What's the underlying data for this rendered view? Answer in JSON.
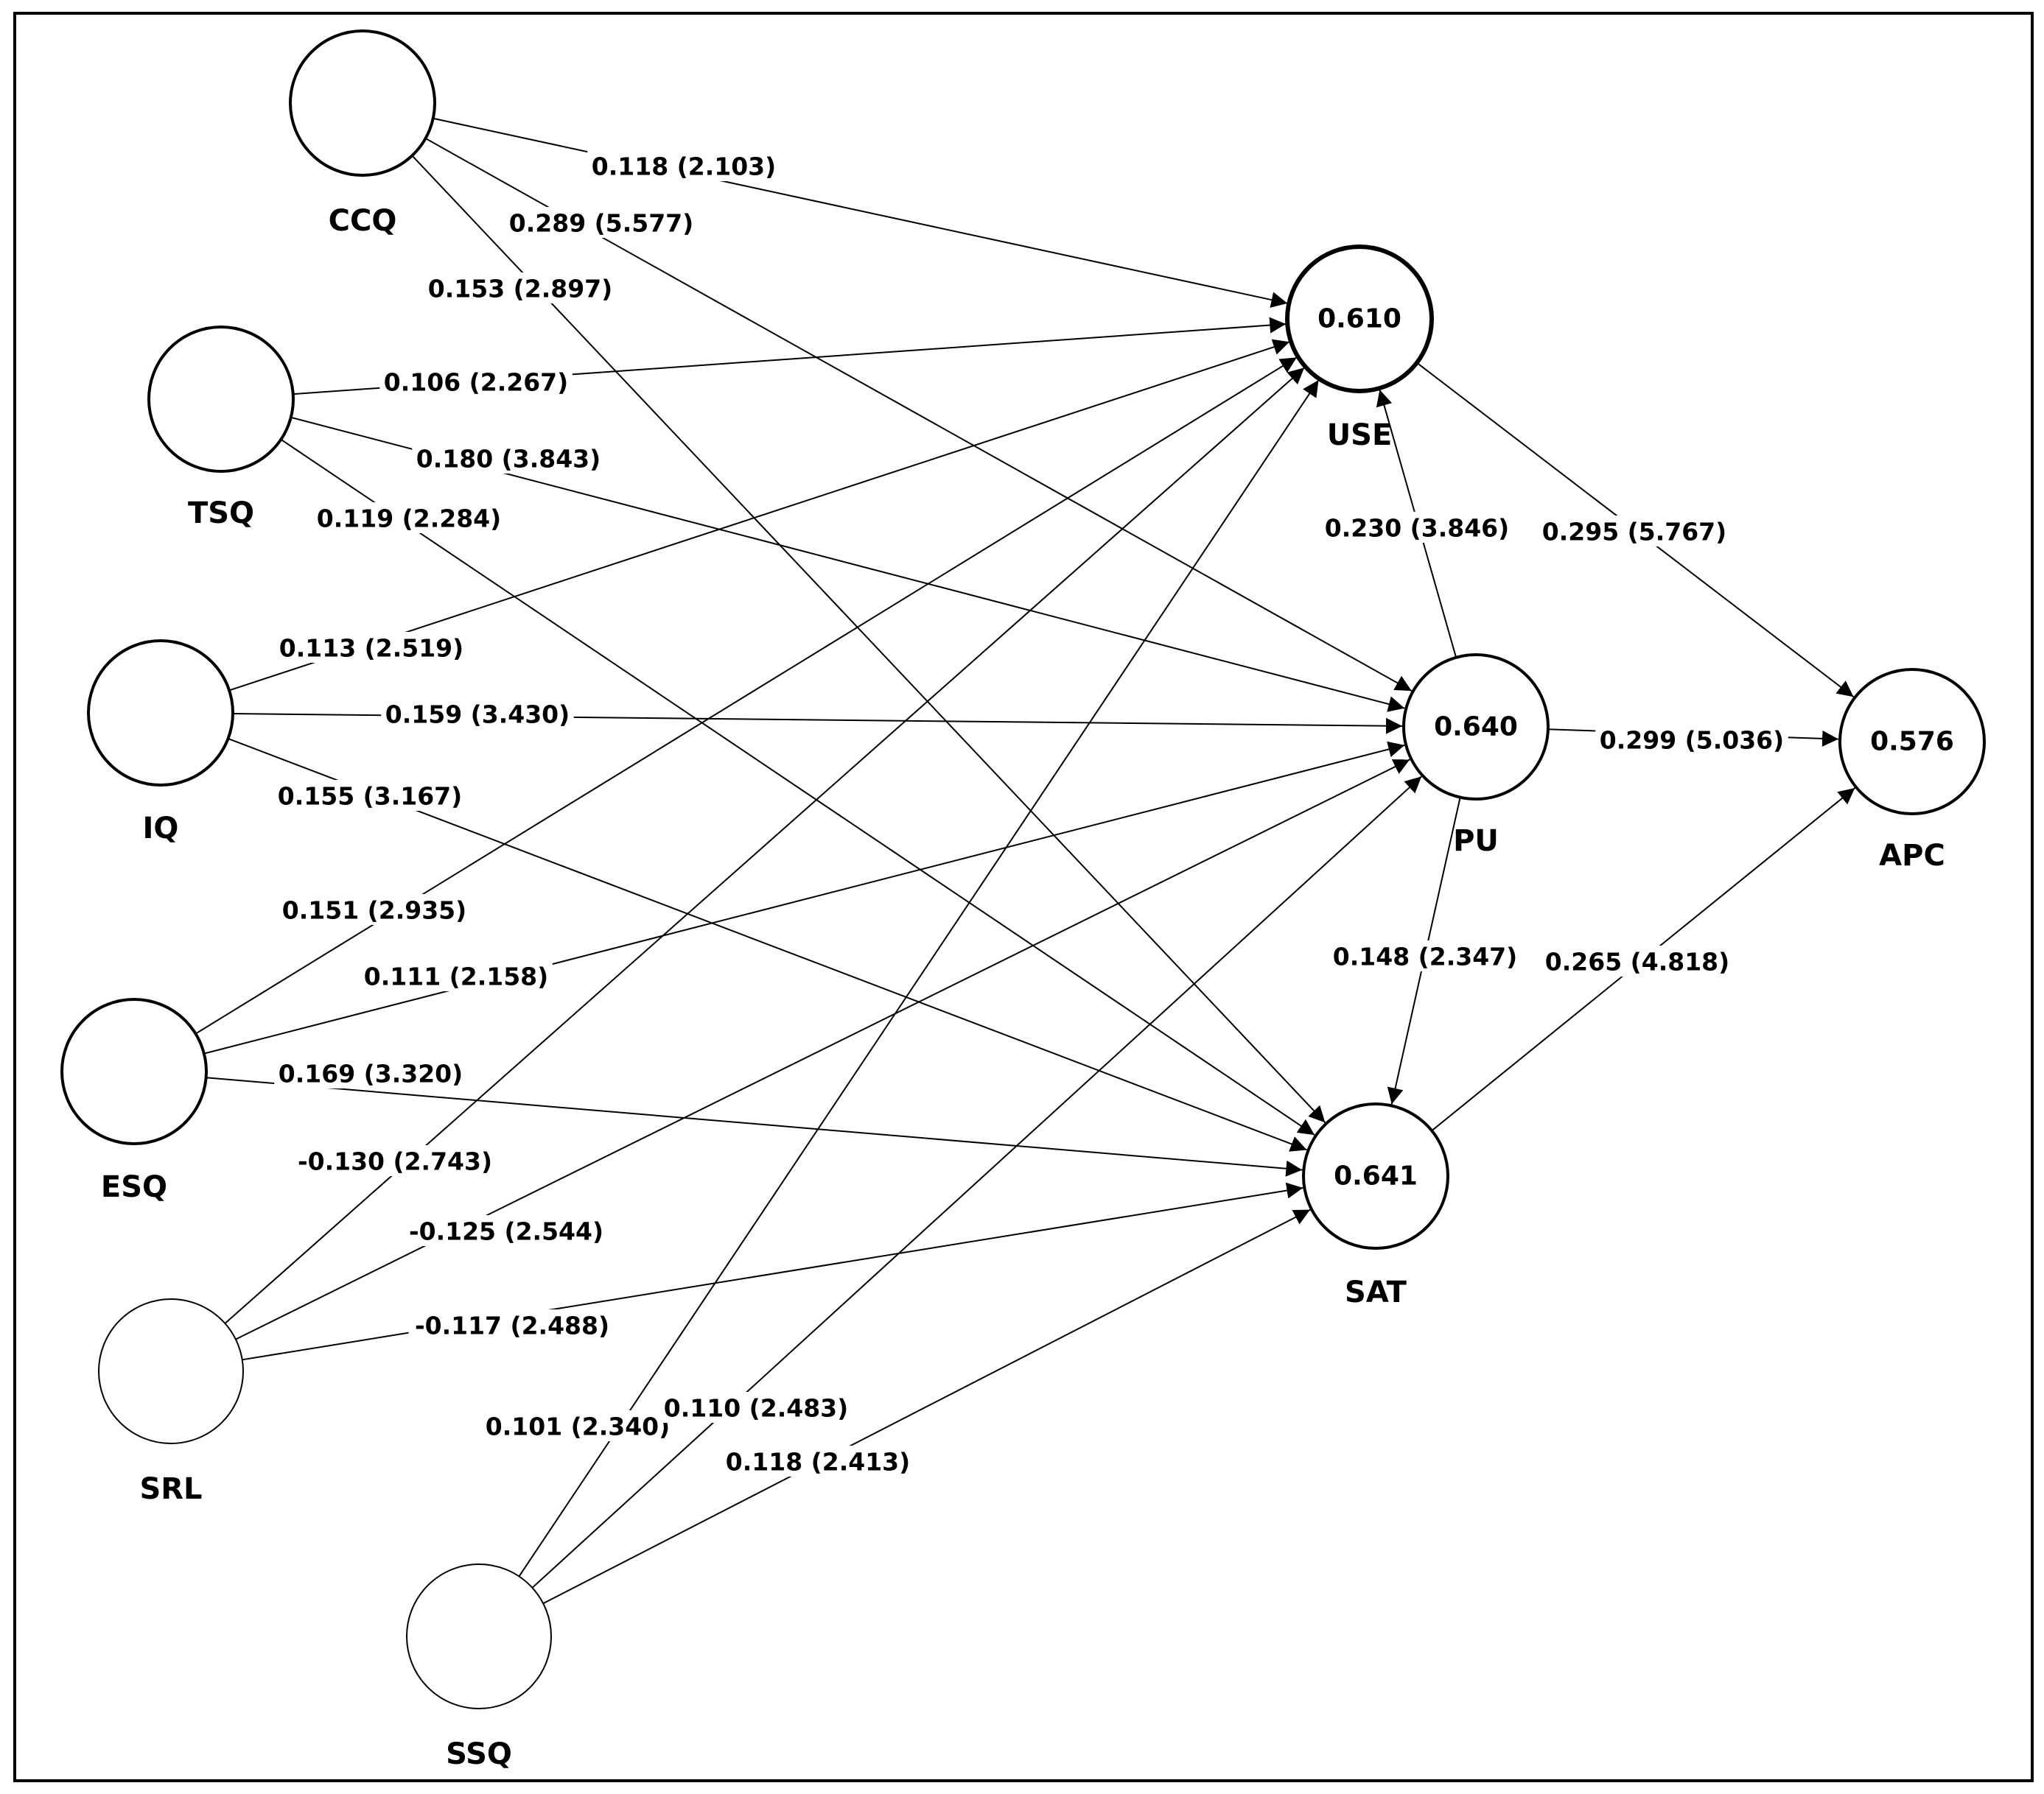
{
  "nodes": [
    {
      "id": "CCQ",
      "label": "CCQ",
      "value": ""
    },
    {
      "id": "TSQ",
      "label": "TSQ",
      "value": ""
    },
    {
      "id": "IQ",
      "label": "IQ",
      "value": ""
    },
    {
      "id": "ESQ",
      "label": "ESQ",
      "value": ""
    },
    {
      "id": "SRL",
      "label": "SRL",
      "value": ""
    },
    {
      "id": "SSQ",
      "label": "SSQ",
      "value": ""
    },
    {
      "id": "USE",
      "label": "USE",
      "value": "0.610"
    },
    {
      "id": "PU",
      "label": "PU",
      "value": "0.640"
    },
    {
      "id": "SAT",
      "label": "SAT",
      "value": "0.641"
    },
    {
      "id": "APC",
      "label": "APC",
      "value": "0.576"
    }
  ],
  "edges": [
    {
      "from": "CCQ",
      "to": "USE",
      "label": "0.118 (2.103)"
    },
    {
      "from": "CCQ",
      "to": "PU",
      "label": "0.289 (5.577)"
    },
    {
      "from": "CCQ",
      "to": "SAT",
      "label": "0.153 (2.897)"
    },
    {
      "from": "TSQ",
      "to": "USE",
      "label": "0.106 (2.267)"
    },
    {
      "from": "TSQ",
      "to": "PU",
      "label": "0.180 (3.843)"
    },
    {
      "from": "TSQ",
      "to": "SAT",
      "label": "0.119 (2.284)"
    },
    {
      "from": "IQ",
      "to": "USE",
      "label": "0.113 (2.519)"
    },
    {
      "from": "IQ",
      "to": "PU",
      "label": "0.159 (3.430)"
    },
    {
      "from": "IQ",
      "to": "SAT",
      "label": "0.155 (3.167)"
    },
    {
      "from": "ESQ",
      "to": "USE",
      "label": "0.151 (2.935)"
    },
    {
      "from": "ESQ",
      "to": "PU",
      "label": "0.111 (2.158)"
    },
    {
      "from": "ESQ",
      "to": "SAT",
      "label": "0.169 (3.320)"
    },
    {
      "from": "SRL",
      "to": "USE",
      "label": "-0.130 (2.743)"
    },
    {
      "from": "SRL",
      "to": "PU",
      "label": "-0.125 (2.544)"
    },
    {
      "from": "SRL",
      "to": "SAT",
      "label": "-0.117 (2.488)"
    },
    {
      "from": "SSQ",
      "to": "USE",
      "label": "0.101 (2.340)"
    },
    {
      "from": "SSQ",
      "to": "PU",
      "label": "0.110 (2.483)"
    },
    {
      "from": "SSQ",
      "to": "SAT",
      "label": "0.118 (2.413)"
    },
    {
      "from": "PU",
      "to": "USE",
      "label": "0.230 (3.846)"
    },
    {
      "from": "USE",
      "to": "APC",
      "label": "0.295 (5.767)"
    },
    {
      "from": "PU",
      "to": "APC",
      "label": "0.299 (5.036)"
    },
    {
      "from": "PU",
      "to": "SAT",
      "label": "0.148 (2.347)"
    },
    {
      "from": "SAT",
      "to": "APC",
      "label": "0.265 (4.818)"
    }
  ]
}
